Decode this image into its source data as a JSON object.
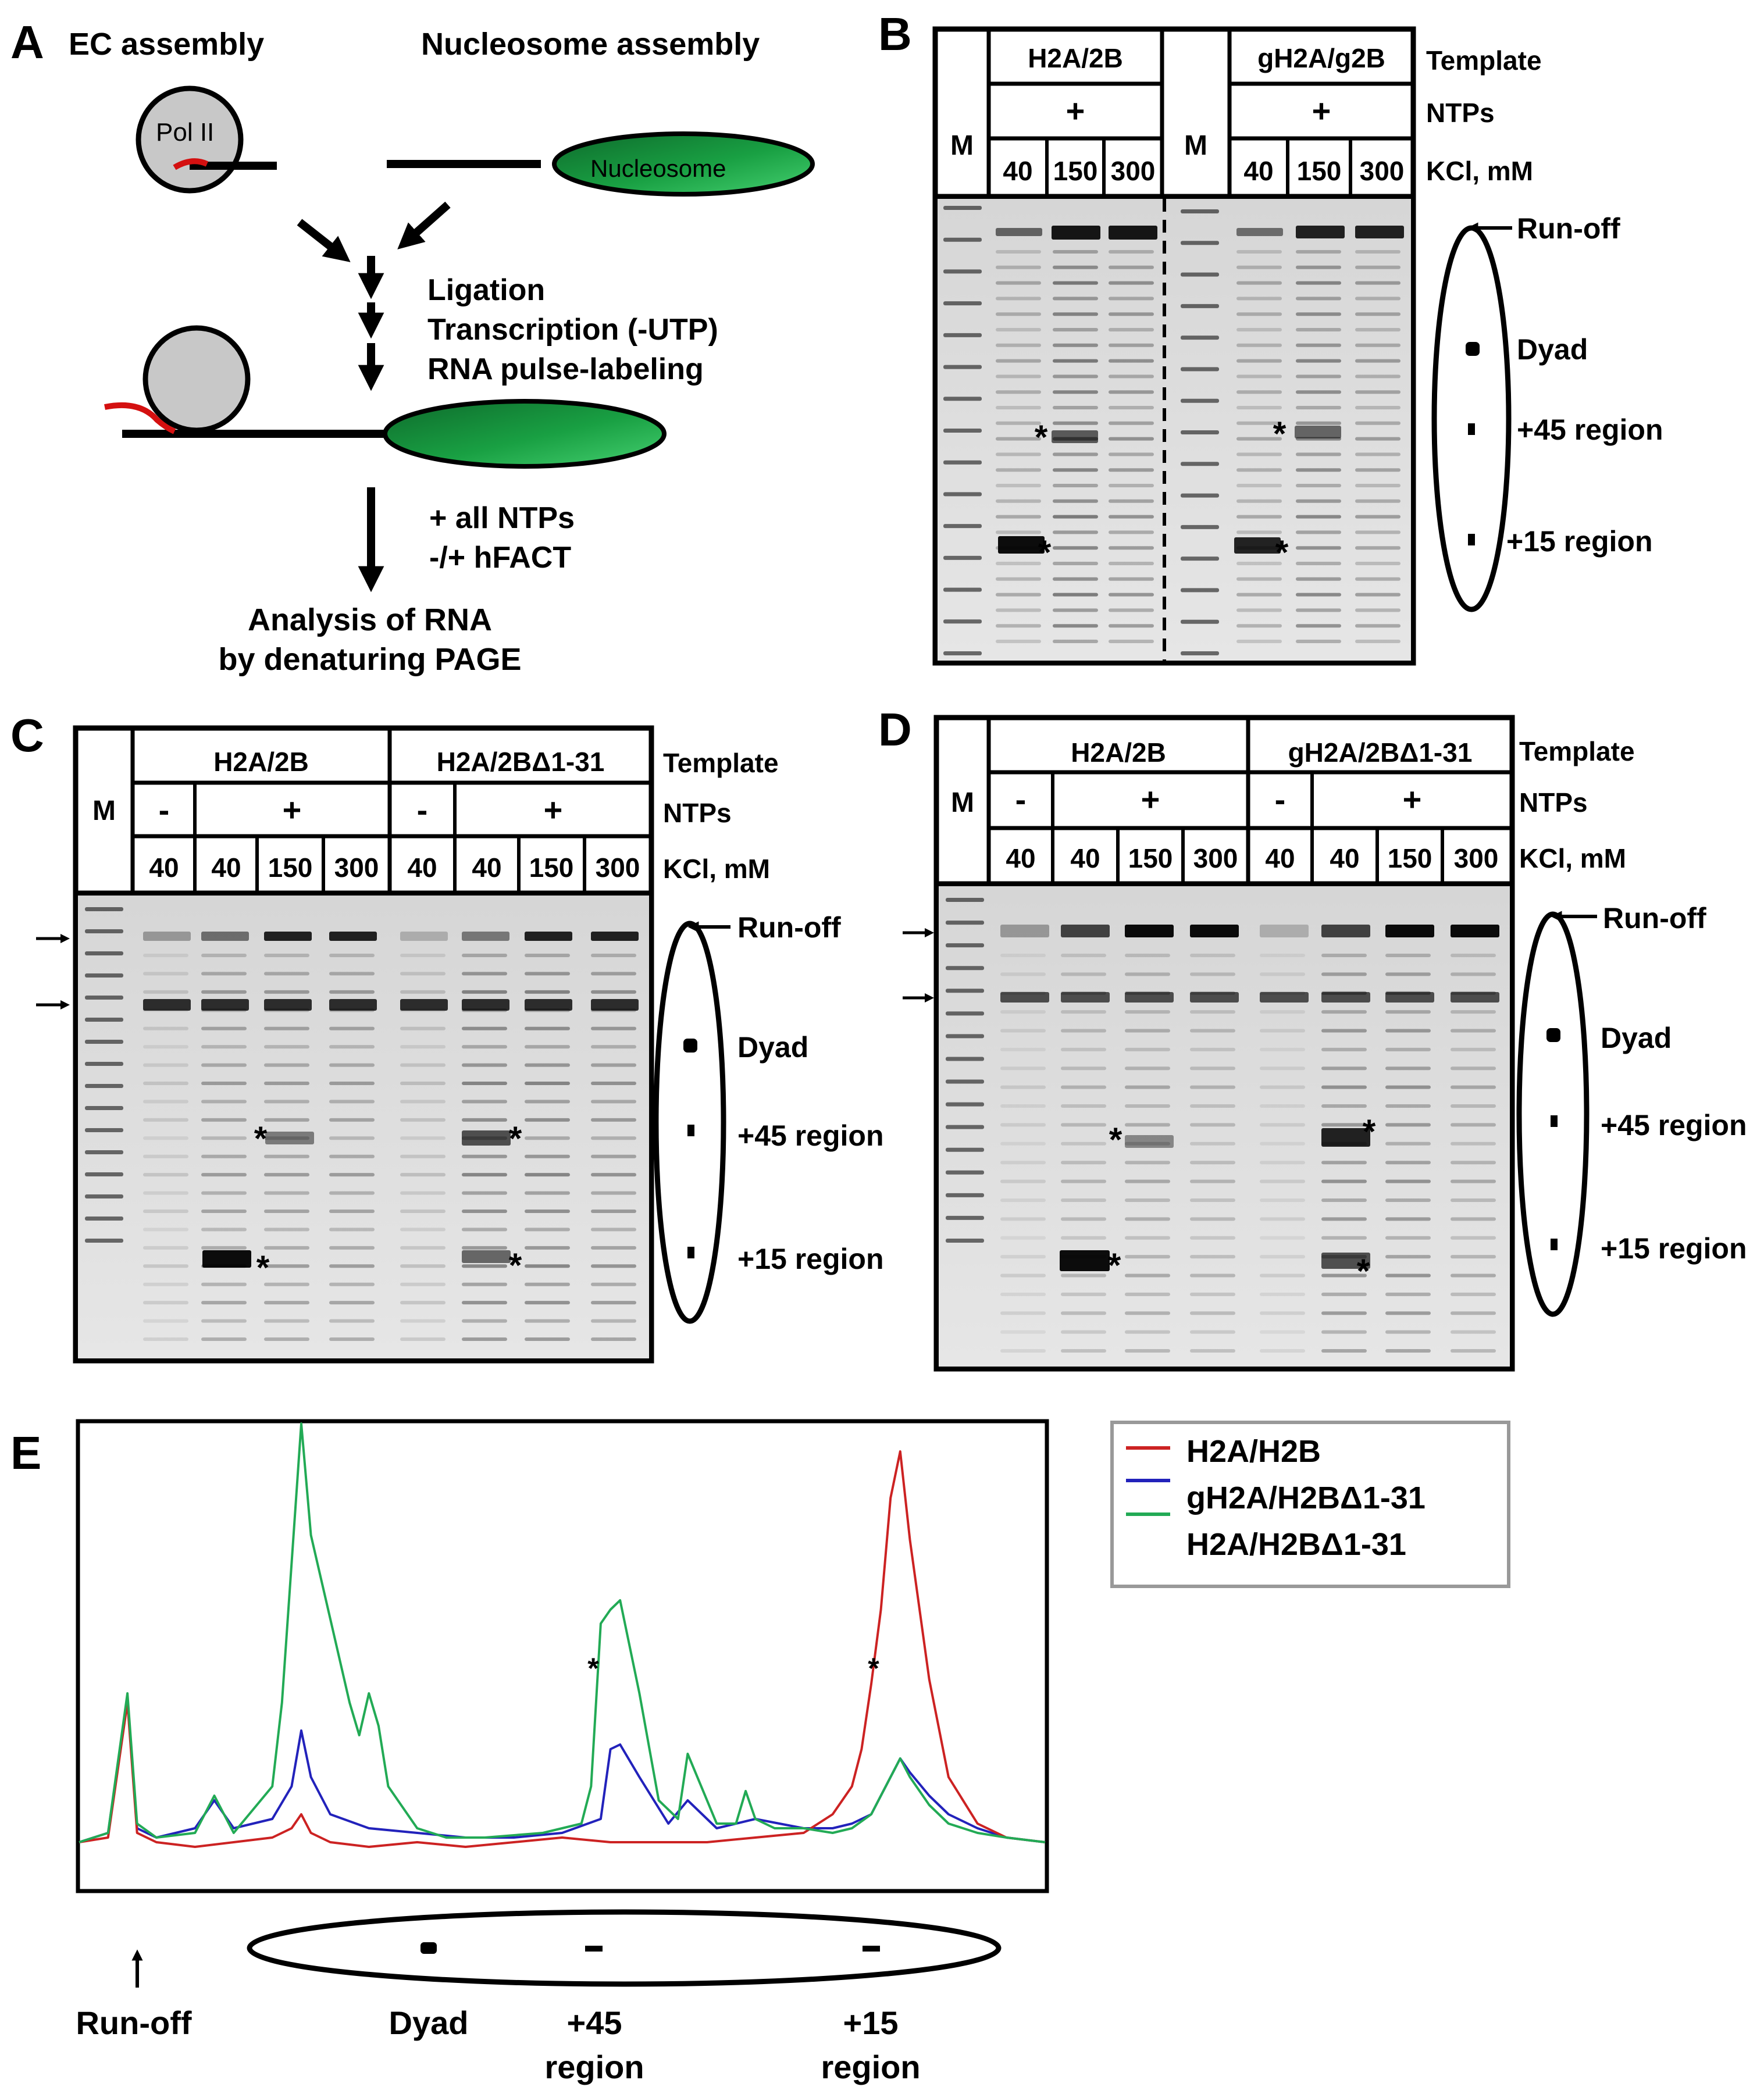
{
  "panels": {
    "a": "A",
    "b": "B",
    "c": "C",
    "d": "D",
    "e": "E"
  },
  "panel_a": {
    "ec_assembly": "EC assembly",
    "nucleosome_assembly": "Nucleosome assembly",
    "pol_ii": "Pol II",
    "nucleosome": "Nucleosome",
    "step_ligation": "Ligation",
    "step_transcription": "Transcription (-UTP)",
    "step_labeling": "RNA pulse-labeling",
    "add_ntps": "+ all NTPs",
    "hfact": "-/+ hFACT",
    "analysis_1": "Analysis of RNA",
    "analysis_2": "by denaturing PAGE"
  },
  "gel_labels": {
    "template": "Template",
    "ntps": "NTPs",
    "kcl": "KCl, mM",
    "marker": "M",
    "minus": "-",
    "plus": "+",
    "k40": "40",
    "k150": "150",
    "k300": "300",
    "star": "*"
  },
  "panel_b": {
    "template_1": "H2A/2B",
    "template_2": "gH2A/g2B"
  },
  "panel_c": {
    "template_1": "H2A/2B",
    "template_2": "H2A/2BΔ1-31"
  },
  "panel_d": {
    "template_1": "H2A/2B",
    "template_2": "gH2A/2BΔ1-31"
  },
  "nuc_labels": {
    "run_off": "Run-off",
    "dyad": "Dyad",
    "r45": "+45 region",
    "r15": "+15 region",
    "region": "region",
    "p45": "+45",
    "p15": "+15"
  },
  "chart_data": {
    "type": "line",
    "title": "",
    "xlabel": "",
    "ylabel": "",
    "xlim": [
      0,
      100
    ],
    "ylim": [
      0,
      100
    ],
    "grid": false,
    "legend": "top-right",
    "annotations": [
      "*",
      "*"
    ],
    "series": [
      {
        "name": "H2A/H2B",
        "color": "#cc2222",
        "x": [
          0,
          3,
          5,
          6,
          8,
          12,
          16,
          20,
          22,
          23,
          24,
          26,
          30,
          35,
          40,
          45,
          50,
          55,
          60,
          65,
          70,
          75,
          78,
          80,
          81,
          82,
          83,
          84,
          85,
          86,
          87,
          88,
          90,
          93,
          96,
          100
        ],
        "y": [
          10,
          11,
          40,
          12,
          10,
          9,
          10,
          11,
          13,
          16,
          12,
          10,
          9,
          10,
          9,
          10,
          11,
          10,
          10,
          10,
          11,
          12,
          16,
          22,
          30,
          44,
          60,
          84,
          94,
          75,
          60,
          45,
          24,
          14,
          11,
          10
        ]
      },
      {
        "name": "gH2A/H2BΔ1-31",
        "color": "#2222bb",
        "x": [
          0,
          3,
          5,
          6,
          8,
          12,
          14,
          16,
          20,
          22,
          23,
          24,
          26,
          30,
          35,
          40,
          45,
          50,
          54,
          55,
          56,
          58,
          61,
          63,
          66,
          70,
          75,
          78,
          80,
          82,
          84,
          85,
          86,
          88,
          90,
          93,
          96,
          100
        ],
        "y": [
          10,
          12,
          41,
          13,
          11,
          13,
          19,
          13,
          15,
          22,
          34,
          24,
          16,
          13,
          12,
          11,
          11,
          12,
          15,
          30,
          31,
          24,
          14,
          19,
          13,
          15,
          13,
          13,
          14,
          16,
          24,
          28,
          25,
          20,
          16,
          13,
          11,
          10
        ]
      },
      {
        "name": "H2A/H2BΔ1-31",
        "color": "#22aa55",
        "x": [
          0,
          3,
          5,
          6,
          8,
          12,
          14,
          16,
          18,
          20,
          21,
          22,
          23,
          24,
          26,
          28,
          29,
          30,
          31,
          32,
          35,
          38,
          42,
          48,
          52,
          53,
          54,
          55,
          56,
          58,
          60,
          62,
          63,
          66,
          68,
          69,
          70,
          72,
          75,
          78,
          80,
          82,
          84,
          85,
          86,
          88,
          90,
          93,
          96,
          100
        ],
        "y": [
          10,
          12,
          42,
          14,
          11,
          12,
          20,
          12,
          17,
          22,
          40,
          70,
          100,
          76,
          58,
          40,
          33,
          42,
          35,
          22,
          13,
          11,
          11,
          12,
          14,
          22,
          57,
          60,
          62,
          42,
          19,
          15,
          29,
          14,
          14,
          21,
          15,
          13,
          13,
          12,
          13,
          16,
          24,
          28,
          24,
          18,
          14,
          12,
          11,
          10
        ]
      }
    ]
  }
}
